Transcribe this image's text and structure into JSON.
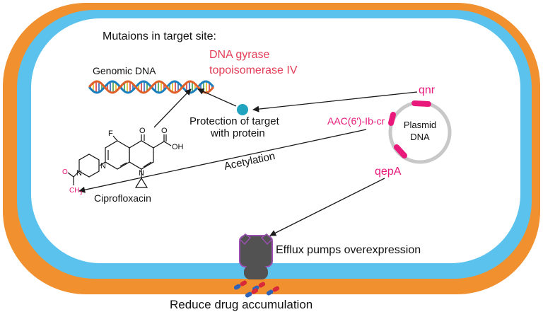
{
  "title": "Mutaions in target site:",
  "genomic_dna_label": "Genomic DNA",
  "enzymes": {
    "line1": "DNA gyrase",
    "line2": "topoisomerase IV"
  },
  "protection_label": {
    "line1": "Protection of target",
    "line2": "with protein"
  },
  "plasmid": {
    "line1": "Plasmid",
    "line2": "DNA"
  },
  "genes": {
    "qnr": "qnr",
    "aac": "AAC(6′)-Ib-cr",
    "qepa": "qepA"
  },
  "acetylation_label": "Acetylation",
  "drug": {
    "name": "Ciprofloxacin",
    "atoms": {
      "F": "F",
      "O_ketone": "O",
      "O_acid": "O",
      "OH": "OH",
      "N_piperazine_top": "N",
      "N_piperazine_bottom": "N",
      "N_quinolone": "N",
      "acetyl_O": "O",
      "acetyl_CH": "CH",
      "acetyl_sub": "3"
    }
  },
  "efflux_label": "Efflux pumps overexpression",
  "reduce_label": "Reduce drug accumulation",
  "colors": {
    "outer_membrane": "#F0902F",
    "inner_membrane": "#5BC2EE",
    "cytoplasm": "#FFFFFF",
    "gene_accent": "#E8197A",
    "enzyme_text": "#E23E57",
    "protein_dot": "#1FA3BE",
    "pump_fill": "#525252",
    "pump_outline": "#9A4FB0",
    "plasmid_ring": "#C8C8C8",
    "dna_strand_a": "#1B7FBF",
    "dna_strand_b": "#E0602A"
  },
  "icons": [
    "arrow",
    "dna-helix",
    "plasmid-ring",
    "protein-dot",
    "efflux-pump",
    "drug-capsule"
  ]
}
